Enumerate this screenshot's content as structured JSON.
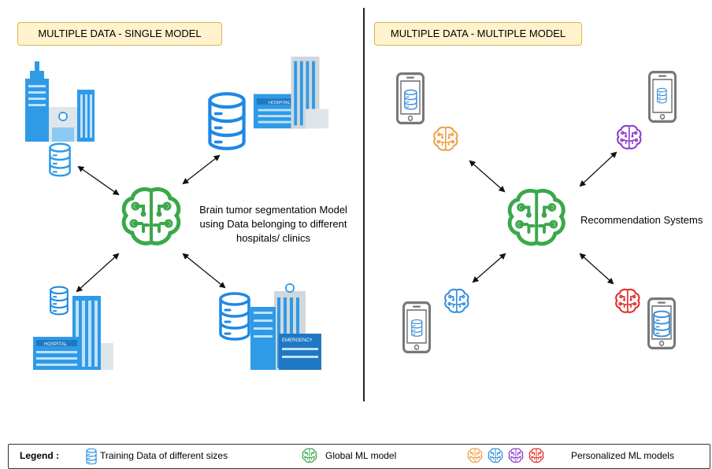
{
  "left_panel": {
    "title": "MULTIPLE DATA - SINGLE MODEL",
    "caption_lines": [
      "Brain tumor segmentation Model",
      "using Data belonging to different",
      "hospitals/ clinics"
    ]
  },
  "right_panel": {
    "title": "MULTIPLE DATA - MULTIPLE MODEL",
    "caption": "Recommendation Systems"
  },
  "legend": {
    "heading": "Legend :",
    "training_data": "Training Data of different sizes",
    "global_model": "Global ML model",
    "personalized_models": "Personalized ML models"
  },
  "colors": {
    "global_model": "#3aa84a",
    "database": "#1e88e5",
    "hospital": "#2f9ae6",
    "orange": "#f0a14b",
    "blue": "#3b8fdc",
    "purple": "#8b3fc9",
    "red": "#e0302c",
    "phone": "#777777"
  },
  "icons": {
    "brain": "brain-circuit-icon",
    "database": "database-icon",
    "hospital": "hospital-building-icon",
    "phone": "smartphone-icon"
  }
}
